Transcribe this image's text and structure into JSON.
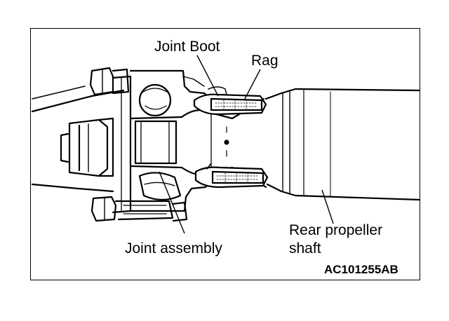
{
  "labels": {
    "joint_boot": "Joint Boot",
    "rag": "Rag",
    "joint_assembly": "Joint assembly",
    "rear_propeller_shaft_line1": "Rear propeller",
    "rear_propeller_shaft_line2": "shaft"
  },
  "figure_code": "AC101255AB"
}
